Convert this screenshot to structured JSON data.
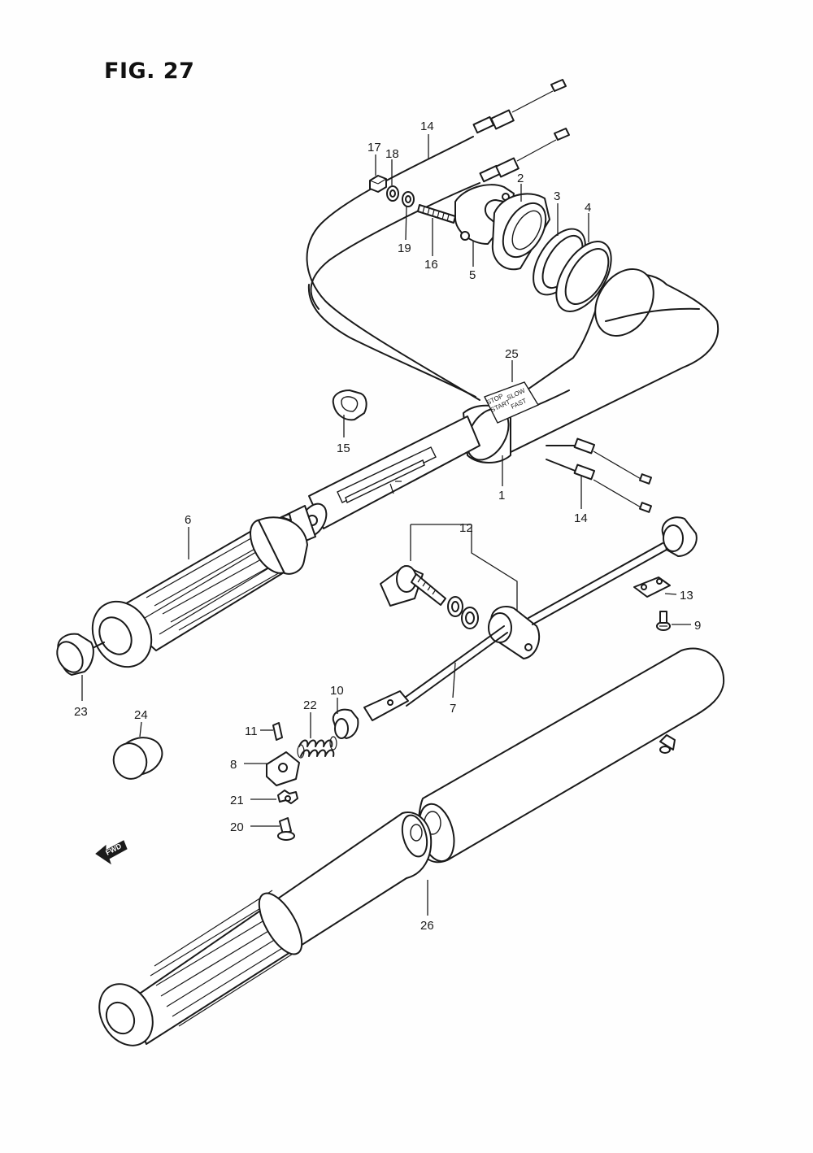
{
  "figure": {
    "title": "FIG. 27"
  },
  "callouts": {
    "p1": "1",
    "p2": "2",
    "p3": "3",
    "p4": "4",
    "p5": "5",
    "p6": "6",
    "p7": "7",
    "p8": "8",
    "p9": "9",
    "p10": "10",
    "p11": "11",
    "p12": "12",
    "p13": "13",
    "p14a": "14",
    "p14b": "14",
    "p15": "15",
    "p16": "16",
    "p17": "17",
    "p18": "18",
    "p19": "19",
    "p20": "20",
    "p21": "21",
    "p22": "22",
    "p23": "23",
    "p24": "24",
    "p25": "25",
    "p26": "26"
  },
  "fwd_arrow": {
    "label": "FWD"
  },
  "decal": {
    "line1": "STOP",
    "line2": "START",
    "line3": "SLOW",
    "line4": "FAST"
  }
}
